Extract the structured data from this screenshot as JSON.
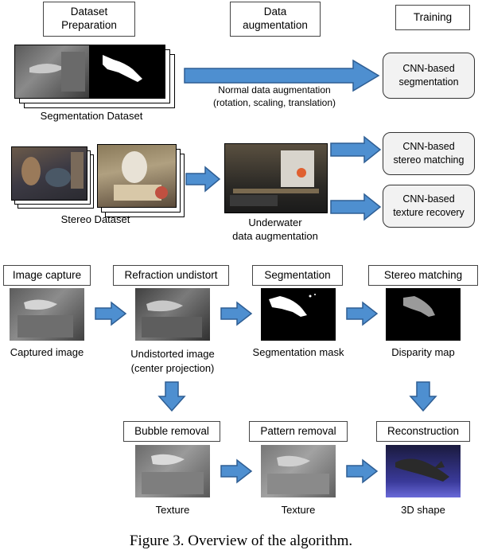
{
  "headers": {
    "dataset_preparation": "Dataset\nPreparation",
    "data_augmentation": "Data\naugmentation",
    "training": "Training"
  },
  "training_boxes": {
    "segmentation": "CNN-based\nsegmentation",
    "stereo": "CNN-based\nstereo matching",
    "texture": "CNN-based\ntexture recovery"
  },
  "labels": {
    "segmentation_dataset": "Segmentation Dataset",
    "normal_aug_1": "Normal data augmentation",
    "normal_aug_2": "(rotation, scaling, translation)",
    "stereo_dataset": "Stereo Dataset",
    "underwater_aug_1": "Underwater",
    "underwater_aug_2": "data augmentation"
  },
  "pipeline": {
    "image_capture": "Image capture",
    "refraction_undistort": "Refraction undistort",
    "segmentation": "Segmentation",
    "stereo_matching": "Stereo matching",
    "bubble_removal": "Bubble removal",
    "pattern_removal": "Pattern removal",
    "reconstruction": "Reconstruction"
  },
  "outputs": {
    "captured_image": "Captured image",
    "undistorted_1": "Undistorted image",
    "undistorted_2": "(center projection)",
    "segmentation_mask": "Segmentation mask",
    "disparity_map": "Disparity map",
    "texture_1": "Texture",
    "texture_2": "Texture",
    "shape_3d": "3D shape"
  },
  "caption": "Figure 3. Overview of the algorithm.",
  "colors": {
    "arrow_fill": "#4e8fd0",
    "arrow_stroke": "#2e5e94",
    "box_fill": "#f2f2f2"
  }
}
